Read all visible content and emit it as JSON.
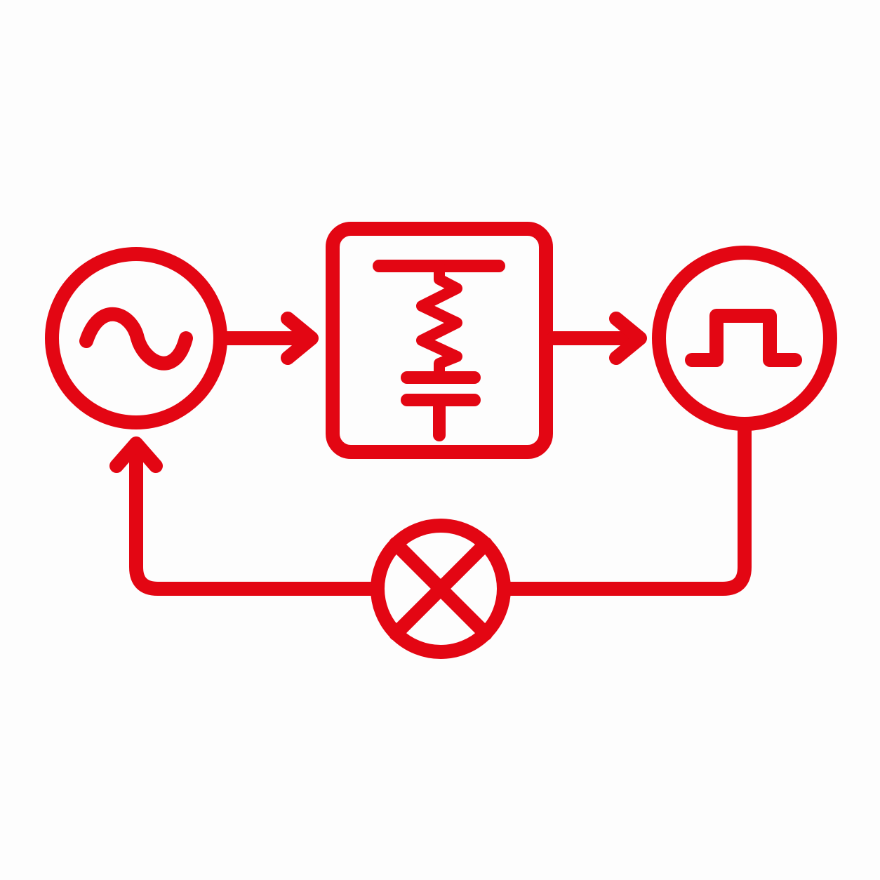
{
  "diagram": {
    "style": {
      "background": "#fdfdfd",
      "accent": "#e30613"
    },
    "nodes": [
      {
        "id": "sine-source",
        "icon": "sine-wave-icon",
        "shape": "circle"
      },
      {
        "id": "rc-circuit-block",
        "icon": "resistor-capacitor-icon",
        "shape": "rounded-square"
      },
      {
        "id": "pulse-output",
        "icon": "square-pulse-icon",
        "shape": "circle"
      },
      {
        "id": "multiplier-junction",
        "icon": "multiply-x-icon",
        "shape": "circle"
      }
    ],
    "edges": [
      {
        "from": "sine-source",
        "to": "rc-circuit-block",
        "arrow": true
      },
      {
        "from": "rc-circuit-block",
        "to": "pulse-output",
        "arrow": true
      },
      {
        "from": "pulse-output",
        "to": "multiplier-junction",
        "arrow": false
      },
      {
        "from": "multiplier-junction",
        "to": "sine-source",
        "arrow": true
      }
    ]
  }
}
